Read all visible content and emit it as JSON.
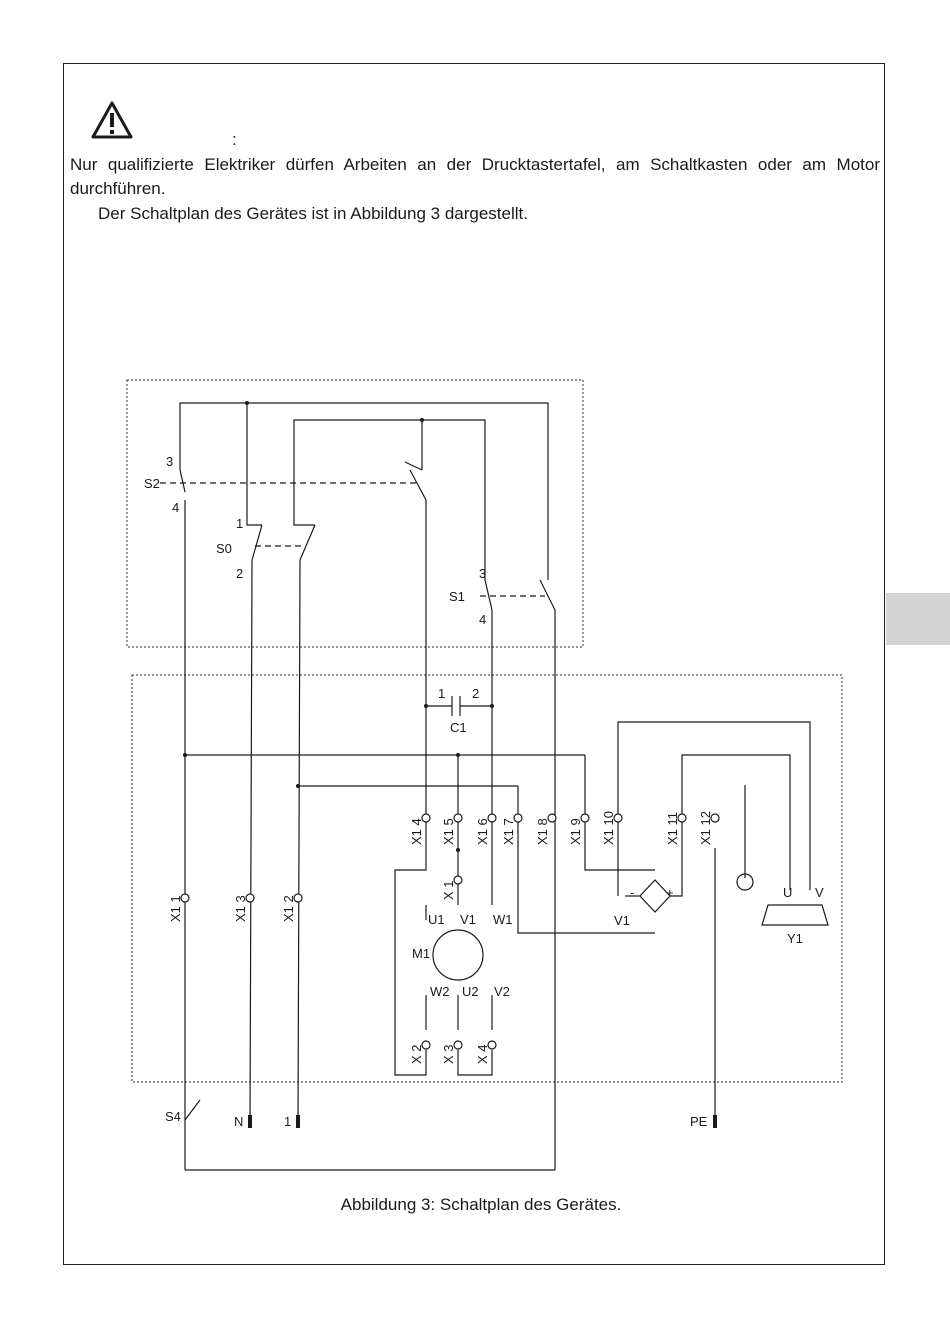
{
  "warning": {
    "icon": "warning-triangle-icon",
    "colon": ":"
  },
  "paragraphs": {
    "p1": "Nur qualifizierte Elektriker dürfen Arbeiten an der Drucktastertafel, am Schaltkasten oder am Motor durchführen.",
    "p2": "Der Schaltplan des Gerätes ist in Abbildung 3 dargestellt."
  },
  "schematic": {
    "labels": {
      "s2": "S2",
      "s0": "S0",
      "s1": "S1",
      "s4": "S4",
      "c1": "C1",
      "m1": "M1",
      "y1": "Y1",
      "v1": "V1",
      "n": "N",
      "one": "1",
      "pe": "PE",
      "u1": "U1",
      "v1m": "V1",
      "w1": "W1",
      "w2": "W2",
      "u2": "U2",
      "v2": "V2",
      "u": "U",
      "v": "V",
      "minus": "-",
      "plus": "+",
      "n3": "3",
      "n4": "4",
      "n1": "1",
      "n2": "2",
      "c1_1": "1",
      "c1_2": "2",
      "s1_3": "3",
      "s1_4": "4"
    },
    "terminals": {
      "x1_4": "X1 4",
      "x1_5": "X1 5",
      "x1_6": "X1 6",
      "x1_7": "X1 7",
      "x1_8": "X1 8",
      "x1_9": "X1 9",
      "x1_10": "X1 10",
      "x1_11": "X1 11",
      "x1_12": "X1 12",
      "x1_1": "X1 1",
      "x1_3": "X1 3",
      "x1_2": "X1 2",
      "x_1": "X 1",
      "x_2": "X 2",
      "x_3": "X 3",
      "x_4": "X 4"
    }
  },
  "caption": "Abbildung 3: Schaltplan des Gerätes."
}
